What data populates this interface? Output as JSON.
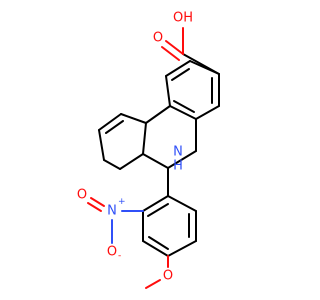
{
  "structure": {
    "atoms": {
      "carbonyl_oxygen": "O",
      "hydroxyl": "OH",
      "amine": "N",
      "amine_hydrogen": "H",
      "nitro_nitrogen": "N",
      "nitro_n_charge": "+",
      "nitro_oxygen": "O",
      "nitro_o_charge": "-",
      "nitro_double_oxygen": "O",
      "methoxy_oxygen": "O"
    }
  },
  "colors": {
    "carbon": "#000000",
    "oxygen": "#ff0d0d",
    "nitrogen": "#3050f8"
  }
}
